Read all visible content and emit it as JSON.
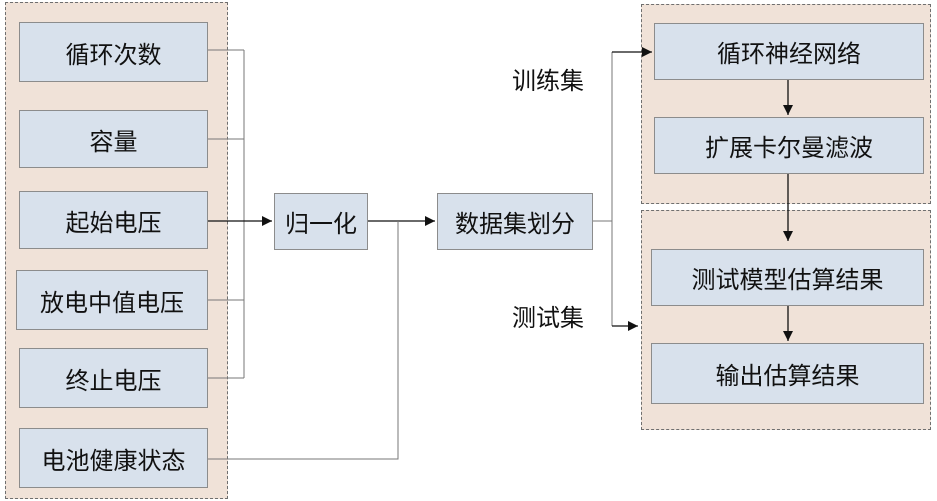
{
  "inputs": {
    "cycles": "循环次数",
    "capacity": "容量",
    "start_voltage": "起始电压",
    "mid_voltage": "放电中值电压",
    "end_voltage": "终止电压",
    "soh": "电池健康状态"
  },
  "process": {
    "normalize": "归一化",
    "split": "数据集划分"
  },
  "branches": {
    "train": "训练集",
    "test": "测试集"
  },
  "train_panel": {
    "rnn": "循环神经网络",
    "ekf": "扩展卡尔曼滤波"
  },
  "test_panel": {
    "estimate": "测试模型估算结果",
    "output": "输出估算结果"
  },
  "colors": {
    "panel_fill": "#f0e2d8",
    "box_fill": "#d8e1ec"
  }
}
